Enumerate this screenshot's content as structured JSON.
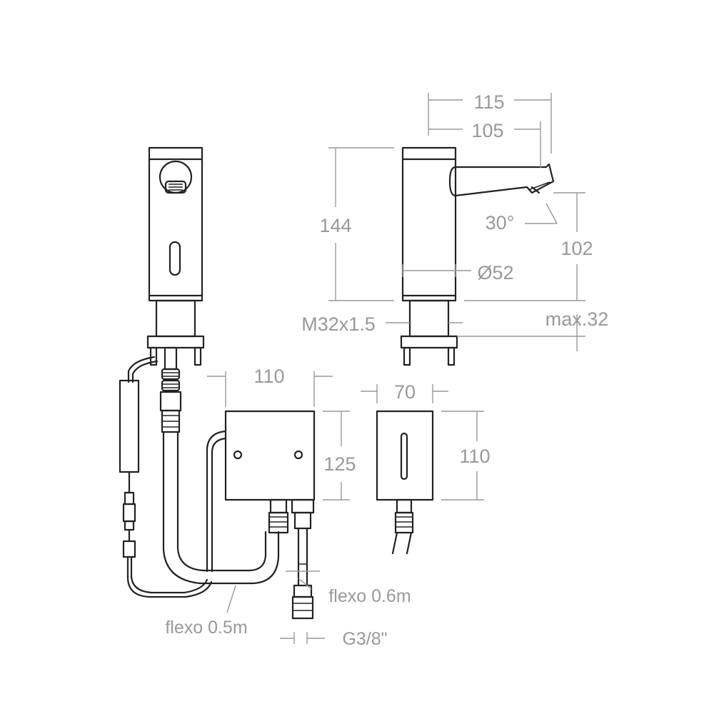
{
  "dimensions": {
    "overall_depth": "115",
    "spout_reach": "105",
    "body_height": "144",
    "spout_angle": "30°",
    "spout_height": "102",
    "body_diameter": "Ø52",
    "mount_thread": "M32x1.5",
    "max_worktop": "max.32",
    "box_width": "110",
    "box_height": "125",
    "box_depth": "70",
    "box_side_height": "110"
  },
  "labels": {
    "flexo_short": "flexo 0.5m",
    "flexo_long": "flexo 0.6m",
    "connection": "G3/8\""
  },
  "colors": {
    "line": "#222222",
    "dimension": "#999999",
    "background": "#ffffff"
  }
}
